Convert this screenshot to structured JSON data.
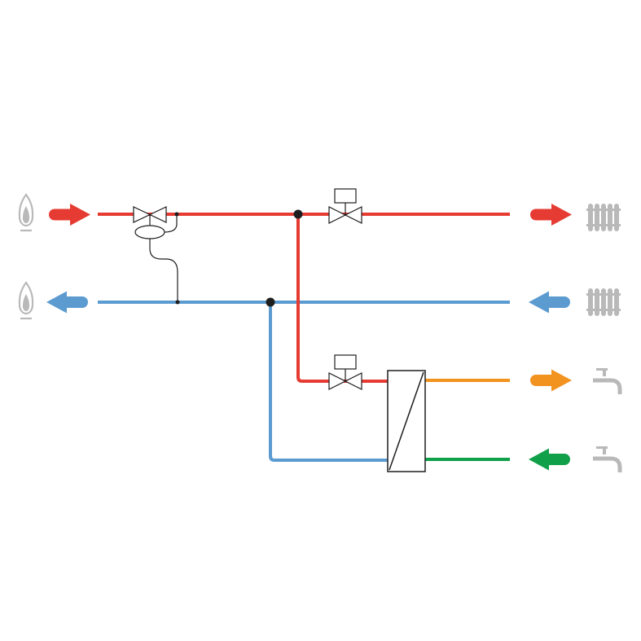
{
  "colors": {
    "supply_hot": "#e63b32",
    "return_cold": "#5b9bd0",
    "dhw_hot": "#f2921f",
    "cold_water": "#11a04a",
    "icon_gray": "#b9b9b9",
    "line_dark": "#1e1e1e"
  },
  "icons": {
    "source_supply": "flame-icon",
    "source_return": "flame-icon",
    "heating_supply": "radiator-icon",
    "heating_return": "radiator-icon",
    "dhw_out": "tap-icon",
    "cold_in": "tap-icon"
  },
  "arrows": {
    "source_supply": "right",
    "source_return": "left",
    "heating_supply": "right",
    "heating_return": "left",
    "dhw_out": "right",
    "cold_in": "left"
  },
  "components": {
    "pressure_regulating_valve": "differential-pressure-valve",
    "heating_control_valve": "motorized-valve",
    "dhw_control_valve": "motorized-valve",
    "heat_exchanger": "plate-heat-exchanger"
  }
}
